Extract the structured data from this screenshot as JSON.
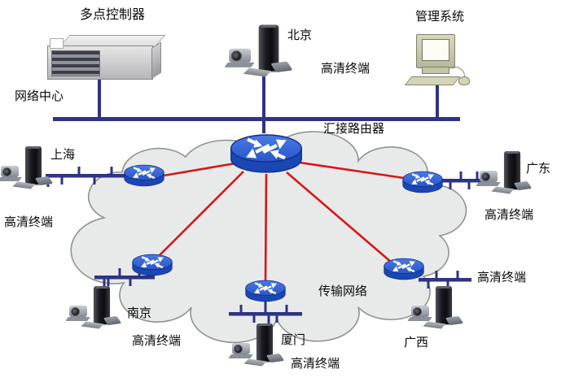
{
  "diagram": {
    "background": "#ffffff",
    "colors": {
      "bus_line": "#2e3384",
      "link_line": "#d81616",
      "router_top": "#3b6ad8",
      "router_side": "#1b47b2",
      "cloud_fill": "#e8eae9",
      "cloud_stroke": "#8f948f",
      "label_color": "#0a0a0a"
    },
    "network_center": {
      "label": "网络中心",
      "mcu_label": "多点控制器",
      "management_label": "管理系统",
      "hub_router_label": "汇接路由器"
    },
    "cloud_label": "传输网络",
    "sites": {
      "beijing": {
        "name": "北京",
        "terminal": "高清终端"
      },
      "shanghai": {
        "name": "上海",
        "terminal": "高清终端"
      },
      "nanjing": {
        "name": "南京",
        "terminal": "高清终端"
      },
      "xiamen": {
        "name": "厦门",
        "terminal": "高清终端"
      },
      "guangdong": {
        "name": "广东",
        "terminal": "高清终端"
      },
      "guangxi": {
        "name": "广西",
        "terminal": "高清终端"
      }
    },
    "red_links_from_hub_to": [
      "shanghai",
      "nanjing",
      "xiamen",
      "guangxi",
      "guangdong"
    ]
  }
}
